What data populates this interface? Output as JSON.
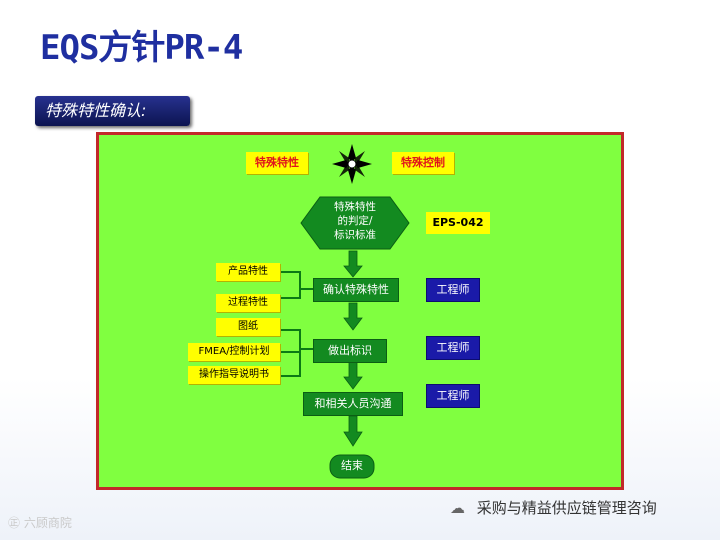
{
  "slide": {
    "title": "EQS方针PR-4",
    "subtitle": "特殊特性确认:"
  },
  "diagram": {
    "top_left_label": "特殊特性",
    "top_right_label": "特殊控制",
    "decision": [
      "特殊特性",
      "的判定/",
      "标识标准"
    ],
    "eps_ref": "EPS-042",
    "inputs_group1": [
      "产品特性",
      "过程特性"
    ],
    "inputs_group2": [
      "图纸",
      "FMEA/控制计划",
      "操作指导说明书"
    ],
    "steps": [
      "确认特殊特性",
      "做出标识",
      "和相关人员沟通"
    ],
    "end": "结束",
    "roles": [
      "工程师",
      "工程师",
      "工程师"
    ]
  },
  "footer": {
    "account": "采购与精益供应链管理咨询",
    "watermark": "六顾商院"
  },
  "colors": {
    "panel_bg": "#80ff40",
    "panel_border": "#c2292a",
    "step_green": "#138a20",
    "role_blue": "#1a1aa8",
    "label_yellow": "#ffff00",
    "title_blue": "#1f2fa0"
  }
}
